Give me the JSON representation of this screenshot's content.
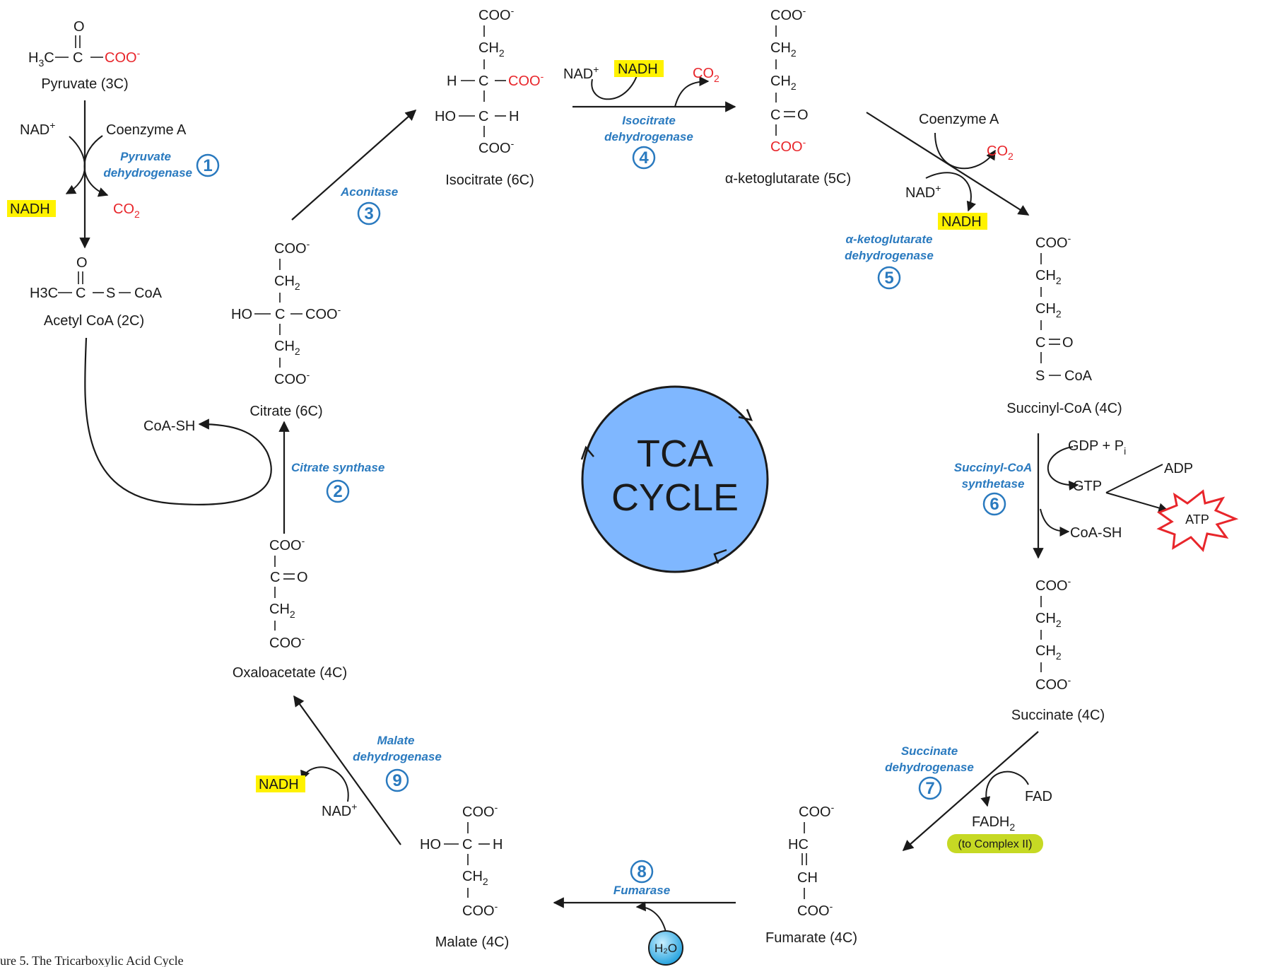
{
  "colors": {
    "ink": "#1a1a1a",
    "carbonyl_red": "#e8262b",
    "enzyme_blue": "#2a7abf",
    "nadh_highlight": "#fff200",
    "tca_circle": "#7fb7ff",
    "atp_star": "#e8262b",
    "complex_badge": "#c6d924",
    "water_badge": "#1da1e0"
  },
  "center": {
    "line1": "TCA",
    "line2": "CYCLE"
  },
  "caption": "ure 5.  The Tricarboxylic Acid Cycle",
  "molecules": {
    "pyruvate": "Pyruvate (3C)",
    "acetylcoa": "Acetyl CoA (2C)",
    "citrate": "Citrate (6C)",
    "isocitrate": "Isocitrate (6C)",
    "akg": "α-ketoglutarate (5C)",
    "succinylcoa": "Succinyl-CoA (4C)",
    "succinate": "Succinate (4C)",
    "fumarate": "Fumarate (4C)",
    "malate": "Malate (4C)",
    "oxaloacetate": "Oxaloacetate (4C)"
  },
  "enzymes": {
    "e1a": "Pyruvate",
    "e1b": "dehydrogenase",
    "n1": "1",
    "e2": "Citrate synthase",
    "n2": "2",
    "e3": "Aconitase",
    "n3": "3",
    "e4a": "Isocitrate",
    "e4b": "dehydrogenase",
    "n4": "4",
    "e5a": "α-ketoglutarate",
    "e5b": "dehydrogenase",
    "n5": "5",
    "e6a": "Succinyl-CoA",
    "e6b": "synthetase",
    "n6": "6",
    "e7a": "Succinate",
    "e7b": "dehydrogenase",
    "n7": "7",
    "e8": "Fumarase",
    "n8": "8",
    "e9a": "Malate",
    "e9b": "dehydrogenase",
    "n9": "9"
  },
  "cofactors": {
    "nad": "NAD",
    "plus": "+",
    "nadh": "NADH",
    "co": "CO",
    "two": "2",
    "coenzyme_a": "Coenzyme A",
    "coash": "CoA-SH",
    "gdp": "GDP + P",
    "i": "i",
    "gtp": "GTP",
    "adp": "ADP",
    "atp": "ATP",
    "fad": "FAD",
    "fadh": "FADH",
    "complex": "(to Complex II)",
    "water": "H₂O"
  },
  "atoms": {
    "coo": "COO",
    "minus": "-",
    "ch": "CH",
    "c": "C",
    "h": "H",
    "o": "O",
    "ho": "HO",
    "s": "S",
    "coa": "CoA",
    "h3c": "H3C",
    "hc": "HC",
    "eq": "="
  }
}
